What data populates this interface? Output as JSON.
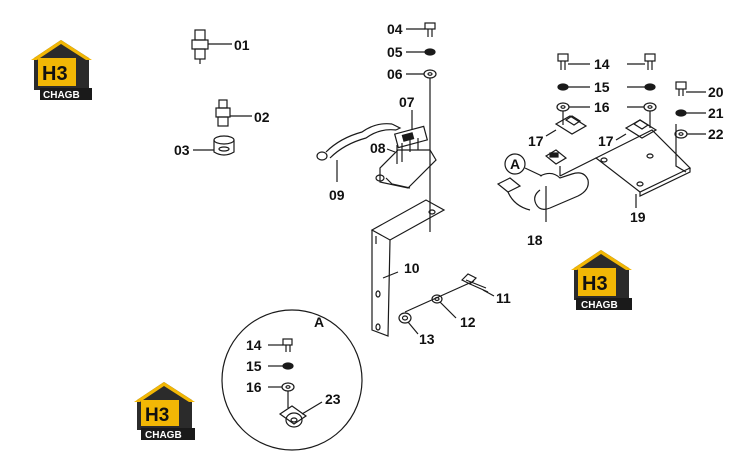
{
  "diagram": {
    "part_labels": {
      "p01": "01",
      "p02": "02",
      "p03": "03",
      "p04": "04",
      "p05": "05",
      "p06": "06",
      "p07": "07",
      "p08": "08",
      "p09": "09",
      "p10": "10",
      "p11": "11",
      "p12": "12",
      "p13": "13",
      "p14": "14",
      "p15": "15",
      "p16": "16",
      "p17": "17",
      "p18": "18",
      "p19": "19",
      "p20": "20",
      "p21": "21",
      "p22": "22",
      "p23": "23"
    },
    "detail_labels": {
      "d14": "14",
      "d15": "15",
      "d16": "16",
      "d23": "23"
    },
    "second_17": "17",
    "callout_a": "A",
    "detail_view_label": "A"
  },
  "logo": {
    "mark": "H3",
    "text": "CHAGB",
    "colors": {
      "roof": "#f2b705",
      "body": "#2b2b2b",
      "banner": "#1a1a1a",
      "letters": "#f2b705"
    }
  },
  "colors": {
    "line": "#1a1a1a"
  }
}
